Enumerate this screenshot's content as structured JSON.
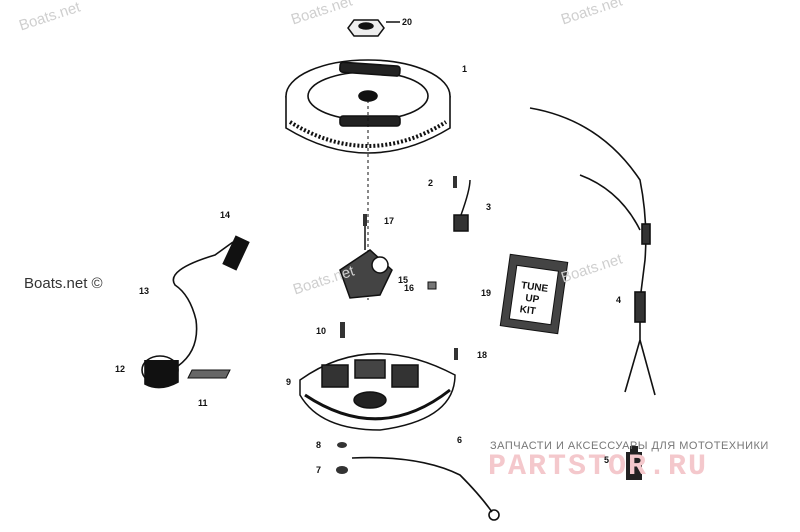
{
  "watermarks": {
    "site_a": "Boats.net",
    "site_b": "Boats.net",
    "site_c": "Boats.net",
    "site_d": "Boats.net",
    "site_e": "Boats.net",
    "site_copyright": "Boats.net ©"
  },
  "brand": {
    "tagline": "ЗАПЧАСТИ И АКСЕССУАРЫ ДЛЯ МОТОТЕХНИКИ",
    "name": "PARTSTOR.RU"
  },
  "kit_label": [
    "TUNE",
    "UP",
    "KIT"
  ],
  "callouts": {
    "c1": "1",
    "c2": "2",
    "c3": "3",
    "c4": "4",
    "c5": "5",
    "c6": "6",
    "c7": "7",
    "c8": "8",
    "c9": "9",
    "c10": "10",
    "c11": "11",
    "c12": "12",
    "c13": "13",
    "c14": "14",
    "c15": "15",
    "c16": "16",
    "c17": "17",
    "c18": "18",
    "c19": "19",
    "c20": "20"
  }
}
